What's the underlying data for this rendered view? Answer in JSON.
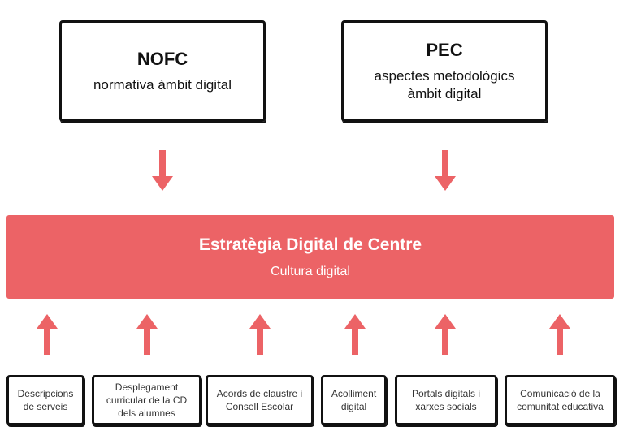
{
  "top_boxes": [
    {
      "title": "NOFC",
      "subtitle": "normativa àmbit digital"
    },
    {
      "title": "PEC",
      "subtitle": "aspectes metodològics àmbit digital"
    }
  ],
  "band": {
    "title": "Estratègia Digital de Centre",
    "subtitle": "Cultura digital",
    "color": "#ec6366"
  },
  "bottom_boxes": [
    "Descripcions de serveis",
    "Desplegament curricular de la CD dels alumnes",
    "Acords de claustre i Consell Escolar",
    "Acolliment digital",
    "Portals digitals i xarxes socials",
    "Comunicació de la comunitat educativa"
  ]
}
